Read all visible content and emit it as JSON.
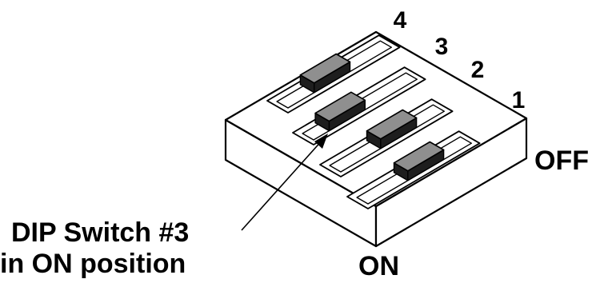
{
  "switch_numbers": [
    "4",
    "3",
    "2",
    "1"
  ],
  "labels": {
    "off": "OFF",
    "on": "ON"
  },
  "callout": {
    "line1": "DIP Switch #3",
    "line2": "in ON position"
  },
  "colors": {
    "knob": "#8f8f8f",
    "knob_shadow": "#1e1e1e",
    "outline": "#000000",
    "body": "#ffffff"
  }
}
